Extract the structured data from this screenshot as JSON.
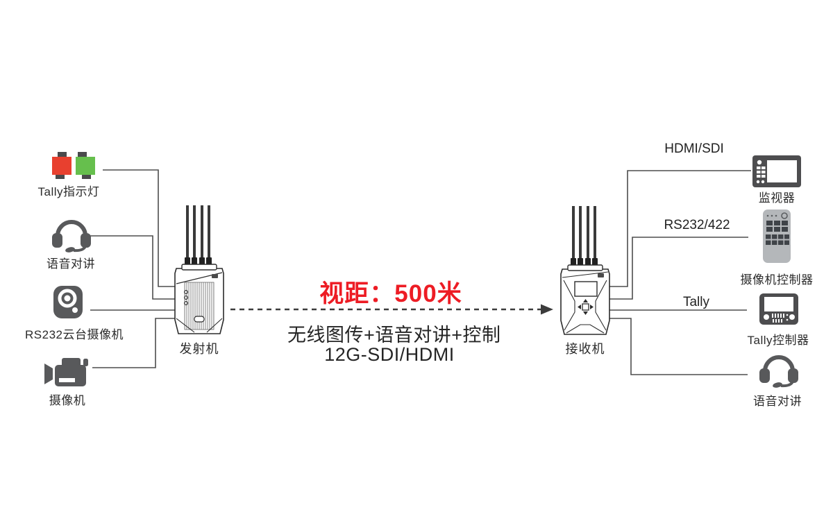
{
  "diagram": {
    "title_area": {
      "distance_label": "视距：500米",
      "feature_line1": "无线图传+语音对讲+控制",
      "feature_line2": "12G-SDI/HDMI"
    },
    "transmitter": {
      "label": "发射机"
    },
    "receiver": {
      "label": "接收机"
    },
    "left_devices": [
      {
        "icon": "tally-lights-icon",
        "label": "Tally指示灯"
      },
      {
        "icon": "headset-icon",
        "label": "语音对讲"
      },
      {
        "icon": "ptz-camera-icon",
        "label": "RS232云台摄像机"
      },
      {
        "icon": "camcorder-icon",
        "label": "摄像机"
      }
    ],
    "right_devices": [
      {
        "icon": "monitor-icon",
        "connection": "HDMI/SDI",
        "label": "监视器"
      },
      {
        "icon": "remote-control-icon",
        "connection": "RS232/422",
        "label": "摄像机控制器"
      },
      {
        "icon": "tally-controller-icon",
        "connection": "Tally",
        "label": "Tally控制器"
      },
      {
        "icon": "headset-icon",
        "connection": "",
        "label": "语音对讲"
      }
    ],
    "colors": {
      "accent_red": "#ed1c24",
      "icon_gray": "#58595b",
      "line_gray": "#4d4d4d",
      "tally_red": "#e8402f",
      "tally_green": "#66bf4d",
      "remote_body_gray": "#b4b7ba",
      "keypad_dark": "#3f4348"
    }
  }
}
